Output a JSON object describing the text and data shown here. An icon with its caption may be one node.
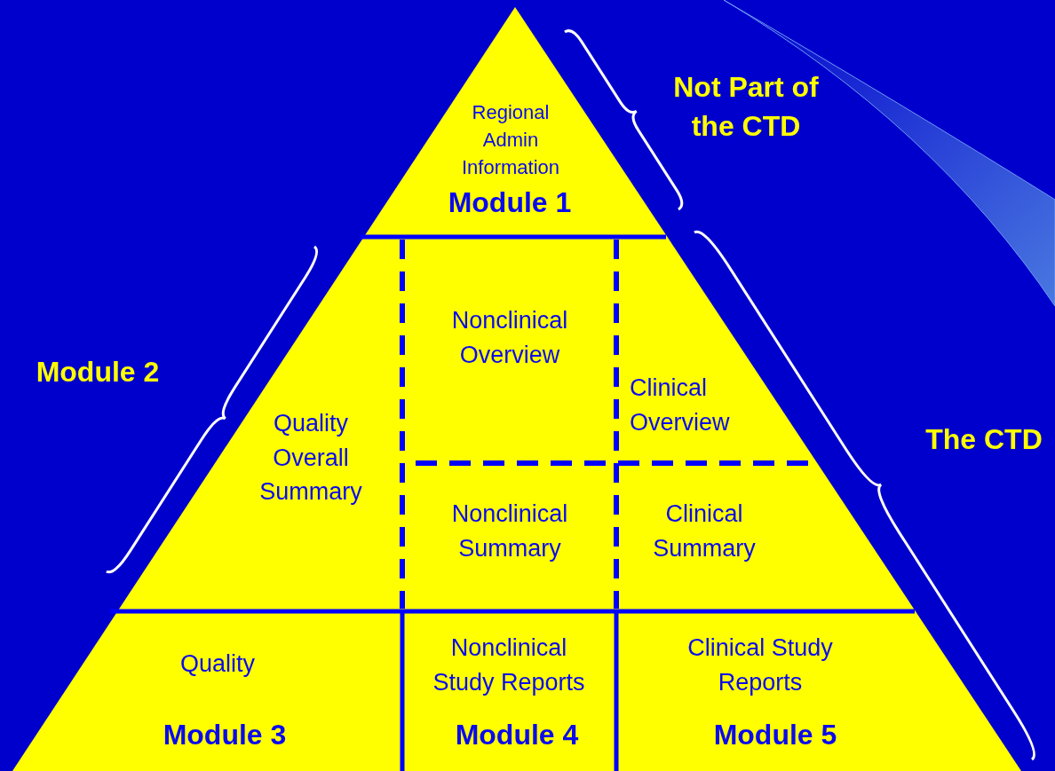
{
  "diagram": {
    "nodes": [
      {
        "text": [
          "Regional Admin Information",
          "Module 1"
        ]
      },
      {
        "text": [
          "Quality Overall Summary"
        ]
      },
      {
        "text": [
          "Nonclinical Overview"
        ]
      },
      {
        "text": [
          "Clinical Overview"
        ]
      },
      {
        "text": [
          "Nonclinical Summary"
        ]
      },
      {
        "text": [
          "Clinical Summary"
        ]
      },
      {
        "text": [
          "Quality",
          "Module 3"
        ]
      },
      {
        "text": [
          "Nonclinical Study Reports",
          "Module 4"
        ]
      },
      {
        "text": [
          "Clinical Study Reports",
          "Module 5"
        ]
      }
    ],
    "labels": [
      "Not Part of the CTD",
      "Module 2",
      "The CTD"
    ]
  }
}
